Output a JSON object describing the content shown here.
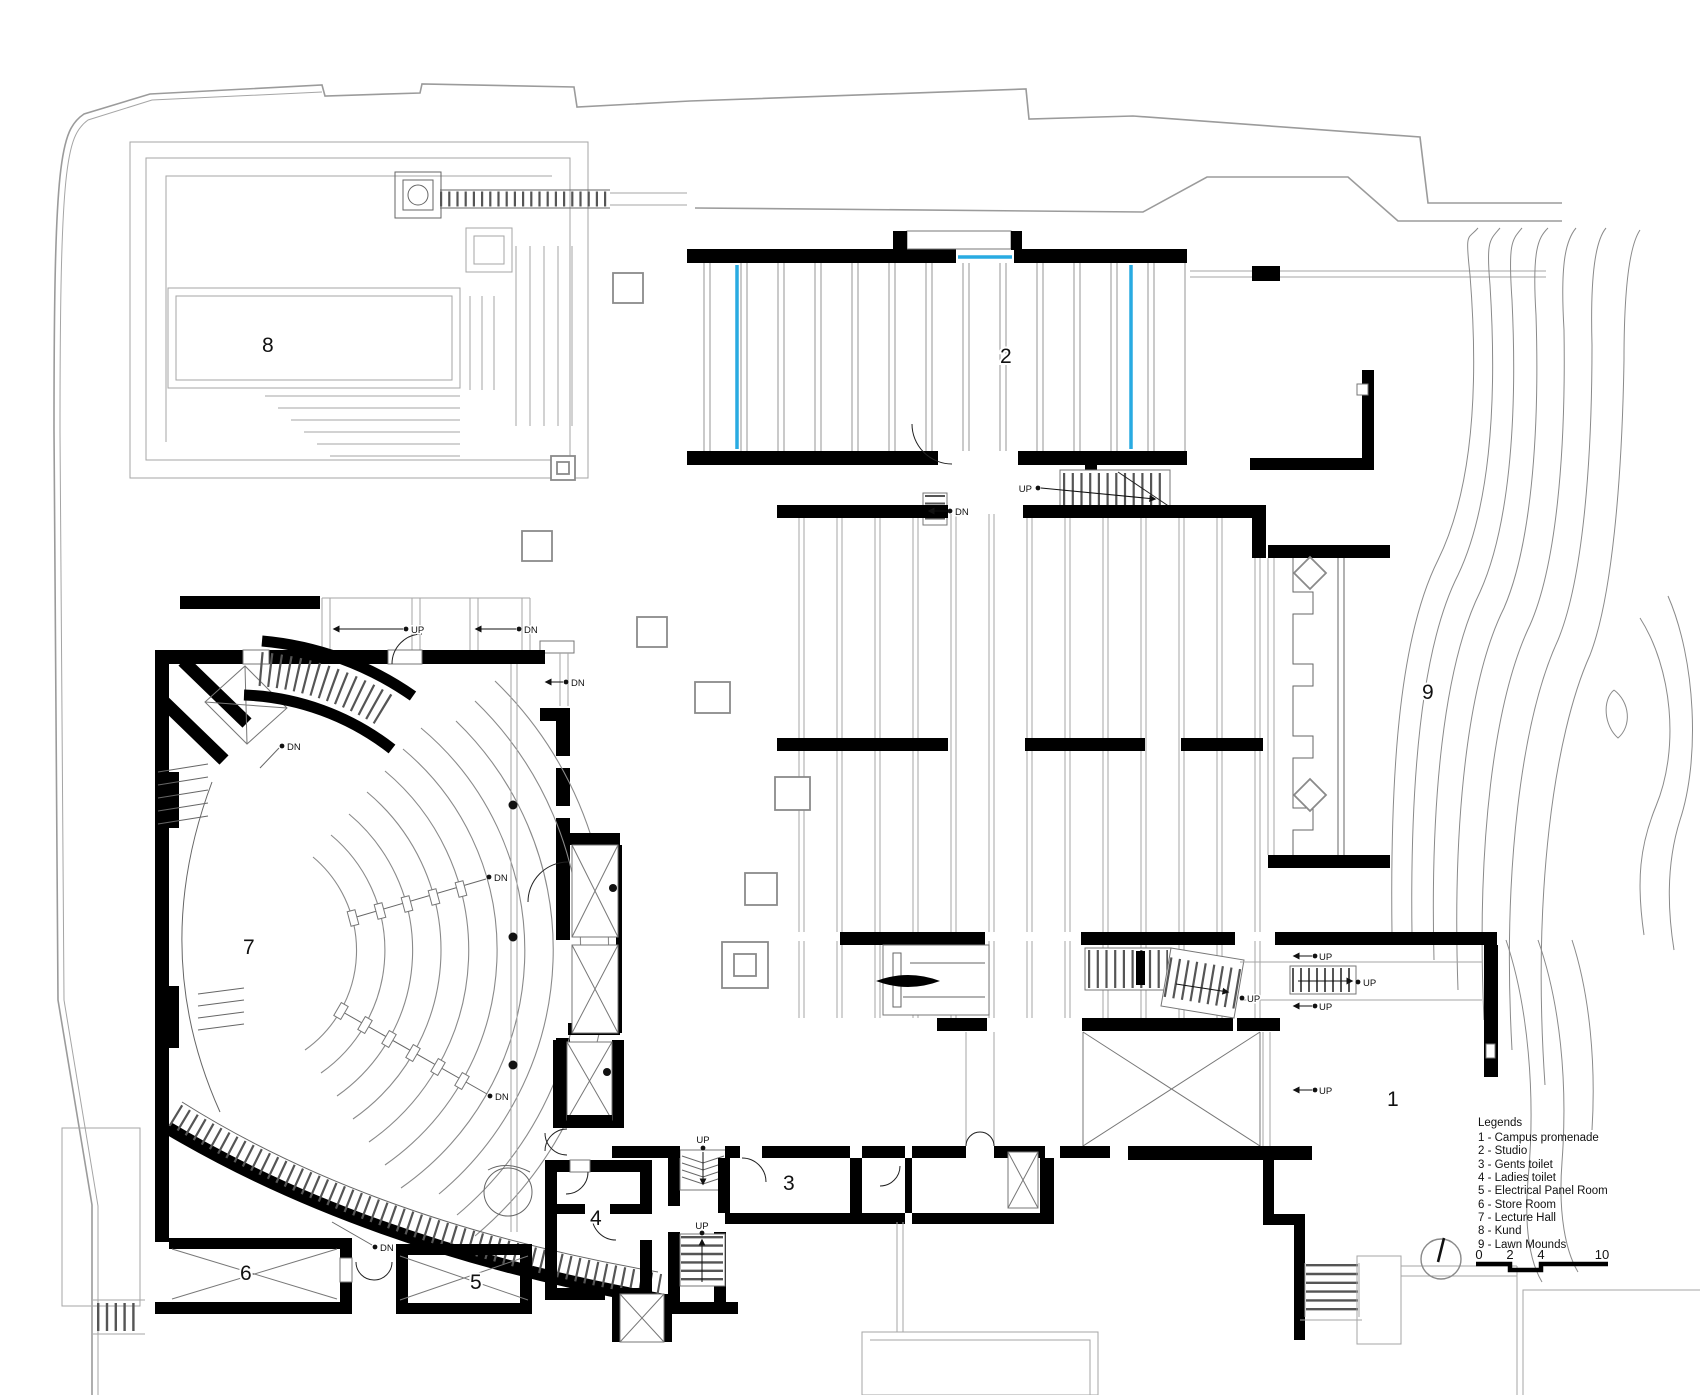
{
  "plan": {
    "room_numbers": {
      "campus_promenade": "1",
      "studio": "2",
      "gents_toilet": "3",
      "ladies_toilet": "4",
      "electrical_panel_room": "5",
      "store_room": "6",
      "lecture_hall": "7",
      "kund": "8",
      "lawn_mounds": "9"
    },
    "direction_labels": {
      "up": "UP",
      "down": "DN"
    }
  },
  "legend": {
    "title": "Legends",
    "items": [
      "1 - Campus promenade",
      "2 - Studio",
      "3 - Gents toilet",
      "4 - Ladies toilet",
      "5 - Electrical Panel Room",
      "6 - Store Room",
      "7 - Lecture Hall",
      "8 - Kund",
      "9 - Lawn Mounds"
    ]
  },
  "scale_bar": {
    "ticks": [
      "0",
      "2",
      "4",
      "10"
    ]
  },
  "colors": {
    "walls": "#000000",
    "skylight_blue": "#29abe2",
    "site_outline": "#9b9b9b",
    "contours": "#8a8a8a"
  }
}
